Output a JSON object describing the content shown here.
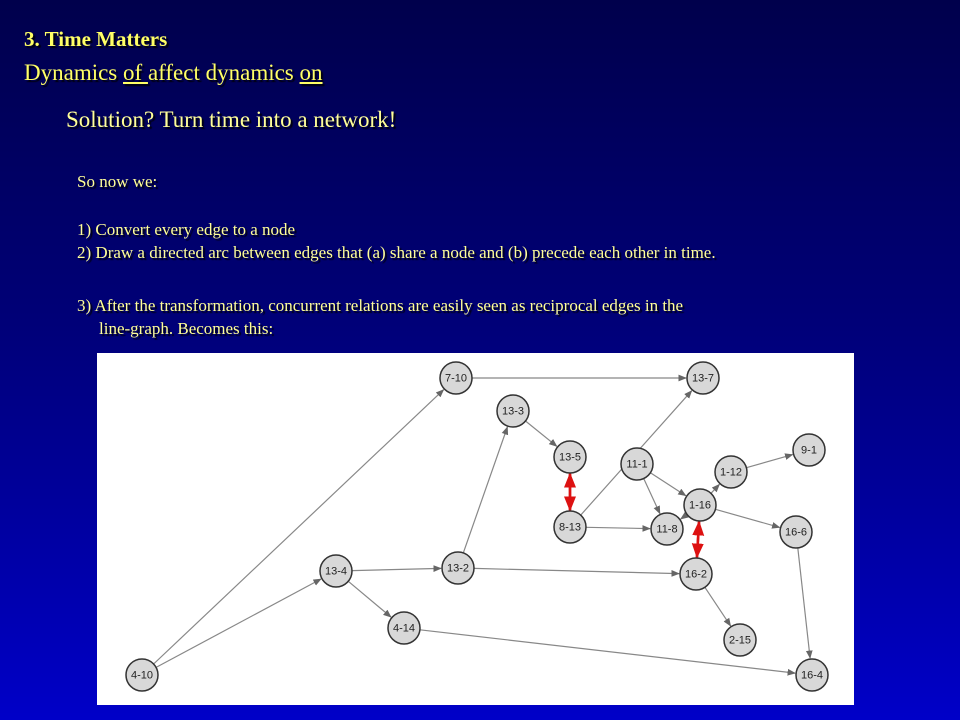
{
  "slide": {
    "title": "3. Time Matters",
    "subtitle": {
      "part1": "Dynamics ",
      "part2": "of ",
      "part3": "affect dynamics ",
      "part4": "on"
    },
    "solution": "Solution? Turn time into a network!",
    "intro": "So now we:",
    "steps": [
      "1) Convert every edge to a node",
      "2) Draw a directed arc between edges that (a) share a node and (b) precede each other in time.",
      "3) After the transformation, concurrent relations are easily seen as reciprocal edges in the",
      "line-graph.  Becomes this:"
    ]
  },
  "graph": {
    "nodes": [
      {
        "id": "7-10",
        "label": "7-10"
      },
      {
        "id": "13-7",
        "label": "13-7"
      },
      {
        "id": "13-3",
        "label": "13-3"
      },
      {
        "id": "13-5",
        "label": "13-5"
      },
      {
        "id": "11-1",
        "label": "11-1"
      },
      {
        "id": "1-12",
        "label": "1-12"
      },
      {
        "id": "9-1",
        "label": "9-1"
      },
      {
        "id": "1-16",
        "label": "1-16"
      },
      {
        "id": "8-13",
        "label": "8-13"
      },
      {
        "id": "11-8",
        "label": "11-8"
      },
      {
        "id": "16-6",
        "label": "16-6"
      },
      {
        "id": "13-4",
        "label": "13-4"
      },
      {
        "id": "13-2",
        "label": "13-2"
      },
      {
        "id": "16-2",
        "label": "16-2"
      },
      {
        "id": "4-14",
        "label": "4-14"
      },
      {
        "id": "2-15",
        "label": "2-15"
      },
      {
        "id": "4-10",
        "label": "4-10"
      },
      {
        "id": "16-4",
        "label": "16-4"
      }
    ],
    "edges": [
      {
        "from": "7-10",
        "to": "13-7"
      },
      {
        "from": "13-3",
        "to": "13-5"
      },
      {
        "from": "8-13",
        "to": "13-7"
      },
      {
        "from": "8-13",
        "to": "13-5",
        "reciprocal": true
      },
      {
        "from": "13-5",
        "to": "8-13",
        "reciprocal": true
      },
      {
        "from": "8-13",
        "to": "11-8"
      },
      {
        "from": "11-1",
        "to": "1-16"
      },
      {
        "from": "11-1",
        "to": "11-8"
      },
      {
        "from": "1-16",
        "to": "1-12"
      },
      {
        "from": "1-12",
        "to": "9-1"
      },
      {
        "from": "1-16",
        "to": "11-8"
      },
      {
        "from": "1-16",
        "to": "16-6"
      },
      {
        "from": "1-16",
        "to": "16-2",
        "reciprocal": true
      },
      {
        "from": "16-2",
        "to": "1-16",
        "reciprocal": true
      },
      {
        "from": "13-2",
        "to": "13-3"
      },
      {
        "from": "13-4",
        "to": "13-2"
      },
      {
        "from": "13-2",
        "to": "16-2"
      },
      {
        "from": "13-4",
        "to": "4-14"
      },
      {
        "from": "16-2",
        "to": "2-15"
      },
      {
        "from": "4-14",
        "to": "16-4"
      },
      {
        "from": "16-6",
        "to": "16-4"
      },
      {
        "from": "4-10",
        "to": "7-10"
      },
      {
        "from": "4-10",
        "to": "13-4"
      }
    ],
    "colors": {
      "node_fill": "#d8d8d8",
      "node_stroke": "#333333",
      "edge": "#888888",
      "reciprocal_edge": "#dd1111"
    }
  }
}
